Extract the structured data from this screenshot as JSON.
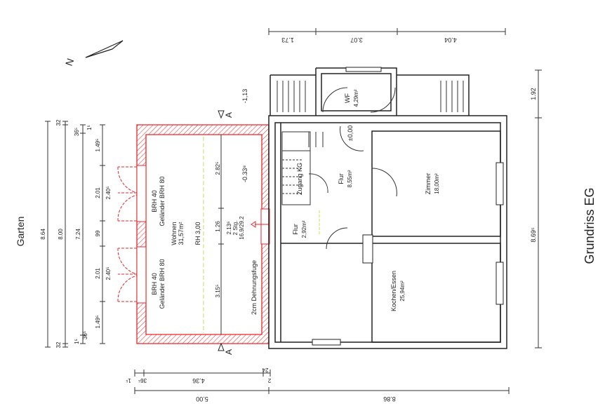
{
  "title": "Grundriss EG",
  "garden_label": "Garten",
  "north_label": "N",
  "section_marker": "A",
  "colors": {
    "extension": "#e8262b",
    "line": "#222222",
    "guide": "#c8e05a"
  },
  "dimensions": {
    "top": [
      "1.73",
      "3.07",
      "4.04"
    ],
    "right": [
      "1.92",
      "8.69⁵"
    ],
    "left_outer": [
      "32",
      "8.64",
      "32"
    ],
    "left_8": "8.00",
    "left_724": [
      "36⁵",
      "7.24",
      "36⁵"
    ],
    "left_openings": [
      "1⁵",
      "1.49⁵",
      "2.01",
      "99",
      "2.01",
      "1.49⁵",
      "1⁵"
    ],
    "left_open_heights": [
      "2.40⁵",
      "2.40⁵"
    ],
    "bottom_inner": [
      "1⁵",
      "36⁵",
      "4.36",
      "24",
      "2"
    ],
    "bottom_outer": [
      "5.00",
      "8.86"
    ],
    "wohnen_inner": [
      "2.82⁵",
      "1.26",
      "3.15⁵"
    ]
  },
  "rooms": {
    "wohnen": {
      "name": "Wohnen",
      "area": "31,57m²",
      "height": "RH 3,00"
    },
    "wf": {
      "name": "WF",
      "area": "4,29m²"
    },
    "flur1": {
      "name": "Flur",
      "area": "8,55m²"
    },
    "flur2": {
      "name": "Flur",
      "area": "2,92m²"
    },
    "zimmer": {
      "name": "Zimmer",
      "area": "18,00m²"
    },
    "kochen": {
      "name": "Kochen/Essen",
      "area": "25,94m²"
    }
  },
  "annotations": {
    "brh1": "BRH 40",
    "gel1": "Geländer BRH 80",
    "brh2": "BRH 40",
    "gel2": "Geländer BRH 80",
    "level_wohnen": "-0.33⁸",
    "level_eg": "±0,00",
    "level_out": "-1,13",
    "steps_1": "2.13⁶",
    "steps_2": "2 Stg.",
    "steps_3": "16.9/29.2",
    "dehnungsfuge": "2cm Dehnungsfuge",
    "zugang": "Zugang KG"
  }
}
